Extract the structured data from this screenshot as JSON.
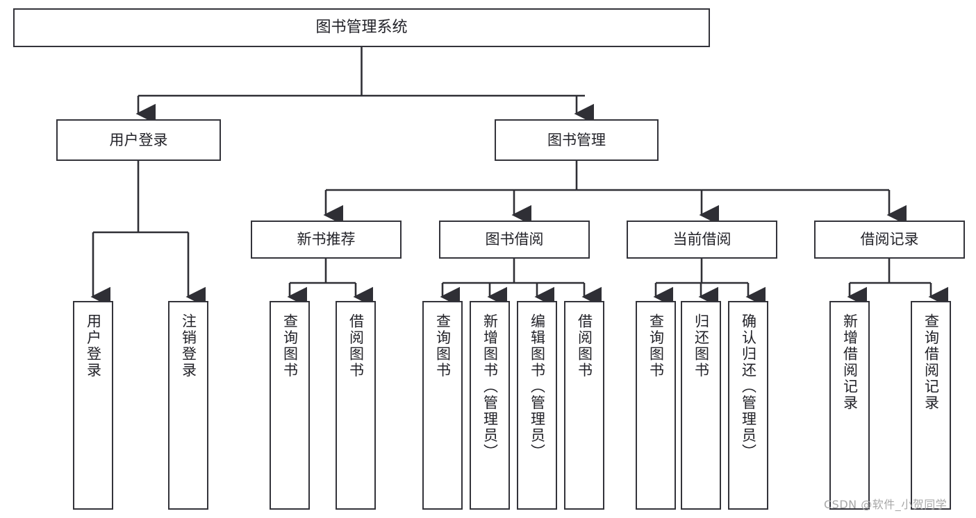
{
  "diagram": {
    "type": "tree-hierarchy",
    "title": "图书管理系统",
    "orientation": "top-down",
    "colors": {
      "node_border": "#33333a",
      "node_fill": "#ffffff",
      "edge": "#2f2f35",
      "text": "#222228",
      "watermark": "#a8a8a8",
      "background": "#ffffff"
    },
    "nodes": {
      "root": {
        "label": "图书管理系统",
        "level": 1
      },
      "level2": [
        {
          "id": "user-login",
          "label": "用户登录"
        },
        {
          "id": "book-management",
          "label": "图书管理"
        }
      ],
      "level3": [
        {
          "id": "new-book-recommend",
          "label": "新书推荐",
          "parent": "book-management"
        },
        {
          "id": "book-borrow",
          "label": "图书借阅",
          "parent": "book-management"
        },
        {
          "id": "current-borrow",
          "label": "当前借阅",
          "parent": "book-management"
        },
        {
          "id": "borrow-record",
          "label": "借阅记录",
          "parent": "book-management"
        }
      ],
      "leaves": {
        "user-login": [
          {
            "id": "leaf-user-login",
            "label": "用户登录"
          },
          {
            "id": "leaf-logout",
            "label": "注销登录"
          }
        ],
        "new-book-recommend": [
          {
            "id": "leaf-query-book-1",
            "label": "查询图书"
          },
          {
            "id": "leaf-borrow-book-1",
            "label": "借阅图书"
          }
        ],
        "book-borrow": [
          {
            "id": "leaf-query-book-2",
            "label": "查询图书"
          },
          {
            "id": "leaf-add-book",
            "label": "新增图书（管理员）"
          },
          {
            "id": "leaf-edit-book",
            "label": "编辑图书（管理员）"
          },
          {
            "id": "leaf-borrow-book-2",
            "label": "借阅图书"
          }
        ],
        "current-borrow": [
          {
            "id": "leaf-query-book-3",
            "label": "查询图书"
          },
          {
            "id": "leaf-return-book",
            "label": "归还图书"
          },
          {
            "id": "leaf-confirm-return",
            "label": "确认归还（管理员）"
          }
        ],
        "borrow-record": [
          {
            "id": "leaf-add-record",
            "label": "新增借阅记录"
          },
          {
            "id": "leaf-query-record",
            "label": "查询借阅记录"
          }
        ]
      }
    },
    "watermark": "CSDN @软件_小贺同学"
  }
}
